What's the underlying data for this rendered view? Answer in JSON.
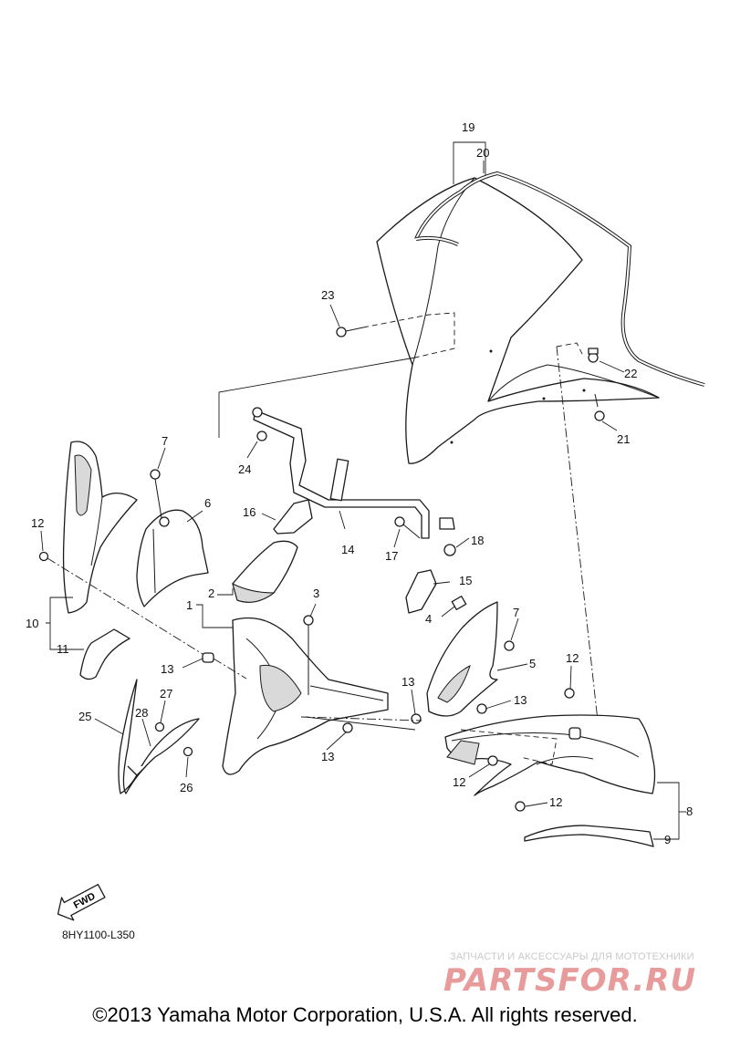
{
  "diagram": {
    "code": "8HY1100-L350",
    "fwd_label": "FWD",
    "callouts": [
      "19",
      "20",
      "23",
      "22",
      "21",
      "7",
      "6",
      "24",
      "16",
      "14",
      "17",
      "18",
      "12",
      "15",
      "1",
      "2",
      "3",
      "4",
      "7",
      "10",
      "11",
      "13",
      "5",
      "12",
      "13",
      "13",
      "27",
      "28",
      "25",
      "26",
      "13",
      "12",
      "12",
      "8",
      "9"
    ]
  },
  "watermark": {
    "caption": "ЗАПЧАСТИ И АКСЕССУАРЫ ДЛЯ МОТОТЕХНИКИ",
    "logo": "PARTSFOR.RU"
  },
  "footer": {
    "copyright": "©2013 Yamaha Motor Corporation, U.S.A. All rights reserved."
  },
  "colors": {
    "line": "#1a1a1a",
    "watermark_logo": "#e79b9b",
    "watermark_caption": "#c9c9c9"
  }
}
